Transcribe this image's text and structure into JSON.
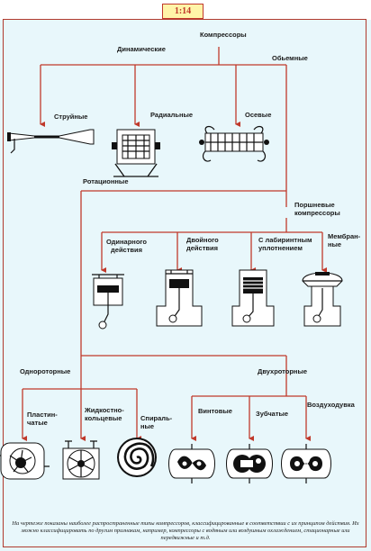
{
  "badge": "1:14",
  "labels": {
    "root": "Компрессоры",
    "dynamic": "Динамические",
    "volumetric": "Обьемные",
    "jet": "Струйные",
    "radial": "Радиальные",
    "axial": "Осевые",
    "rotary": "Ротационные",
    "piston": [
      "Поршневые",
      "компрессоры"
    ],
    "single_acting": [
      "Одинарного",
      "действия"
    ],
    "double_acting": [
      "Двойного",
      "действия"
    ],
    "labyrinth": [
      "С лабиринтным",
      "уплотнением"
    ],
    "membrane": [
      "Мембран-",
      "ные"
    ],
    "single_rotor": "Однороторные",
    "twin_rotor": "Двухроторные",
    "vane": [
      "Пластин-",
      "чатые"
    ],
    "liquid_ring": [
      "Жидкостно-",
      "кольцевые"
    ],
    "spiral": [
      "Спираль-",
      "ные"
    ],
    "screw": "Винтовые",
    "tooth": "Зубчатые",
    "roots": "Воздуходувка"
  },
  "caption": "На чертеже показаны наиболее распространенные типы компрессоров, классифицированные в соответствии с их принципом действия. Их можно классифицировать по другим признакам, например, компрессоры с водяным или воздушным охлаждением, стационарные или передвижные и т.д.",
  "colors": {
    "line": "#c0392b",
    "background": "#e8f7fb",
    "badge": "#fff4a8"
  },
  "icons": [
    "jet-compressor-icon",
    "radial-compressor-icon",
    "axial-compressor-icon",
    "single-acting-piston-icon",
    "double-acting-piston-icon",
    "labyrinth-piston-icon",
    "membrane-compressor-icon",
    "vane-compressor-icon",
    "liquid-ring-compressor-icon",
    "spiral-compressor-icon",
    "screw-compressor-icon",
    "tooth-compressor-icon",
    "roots-blower-icon"
  ]
}
